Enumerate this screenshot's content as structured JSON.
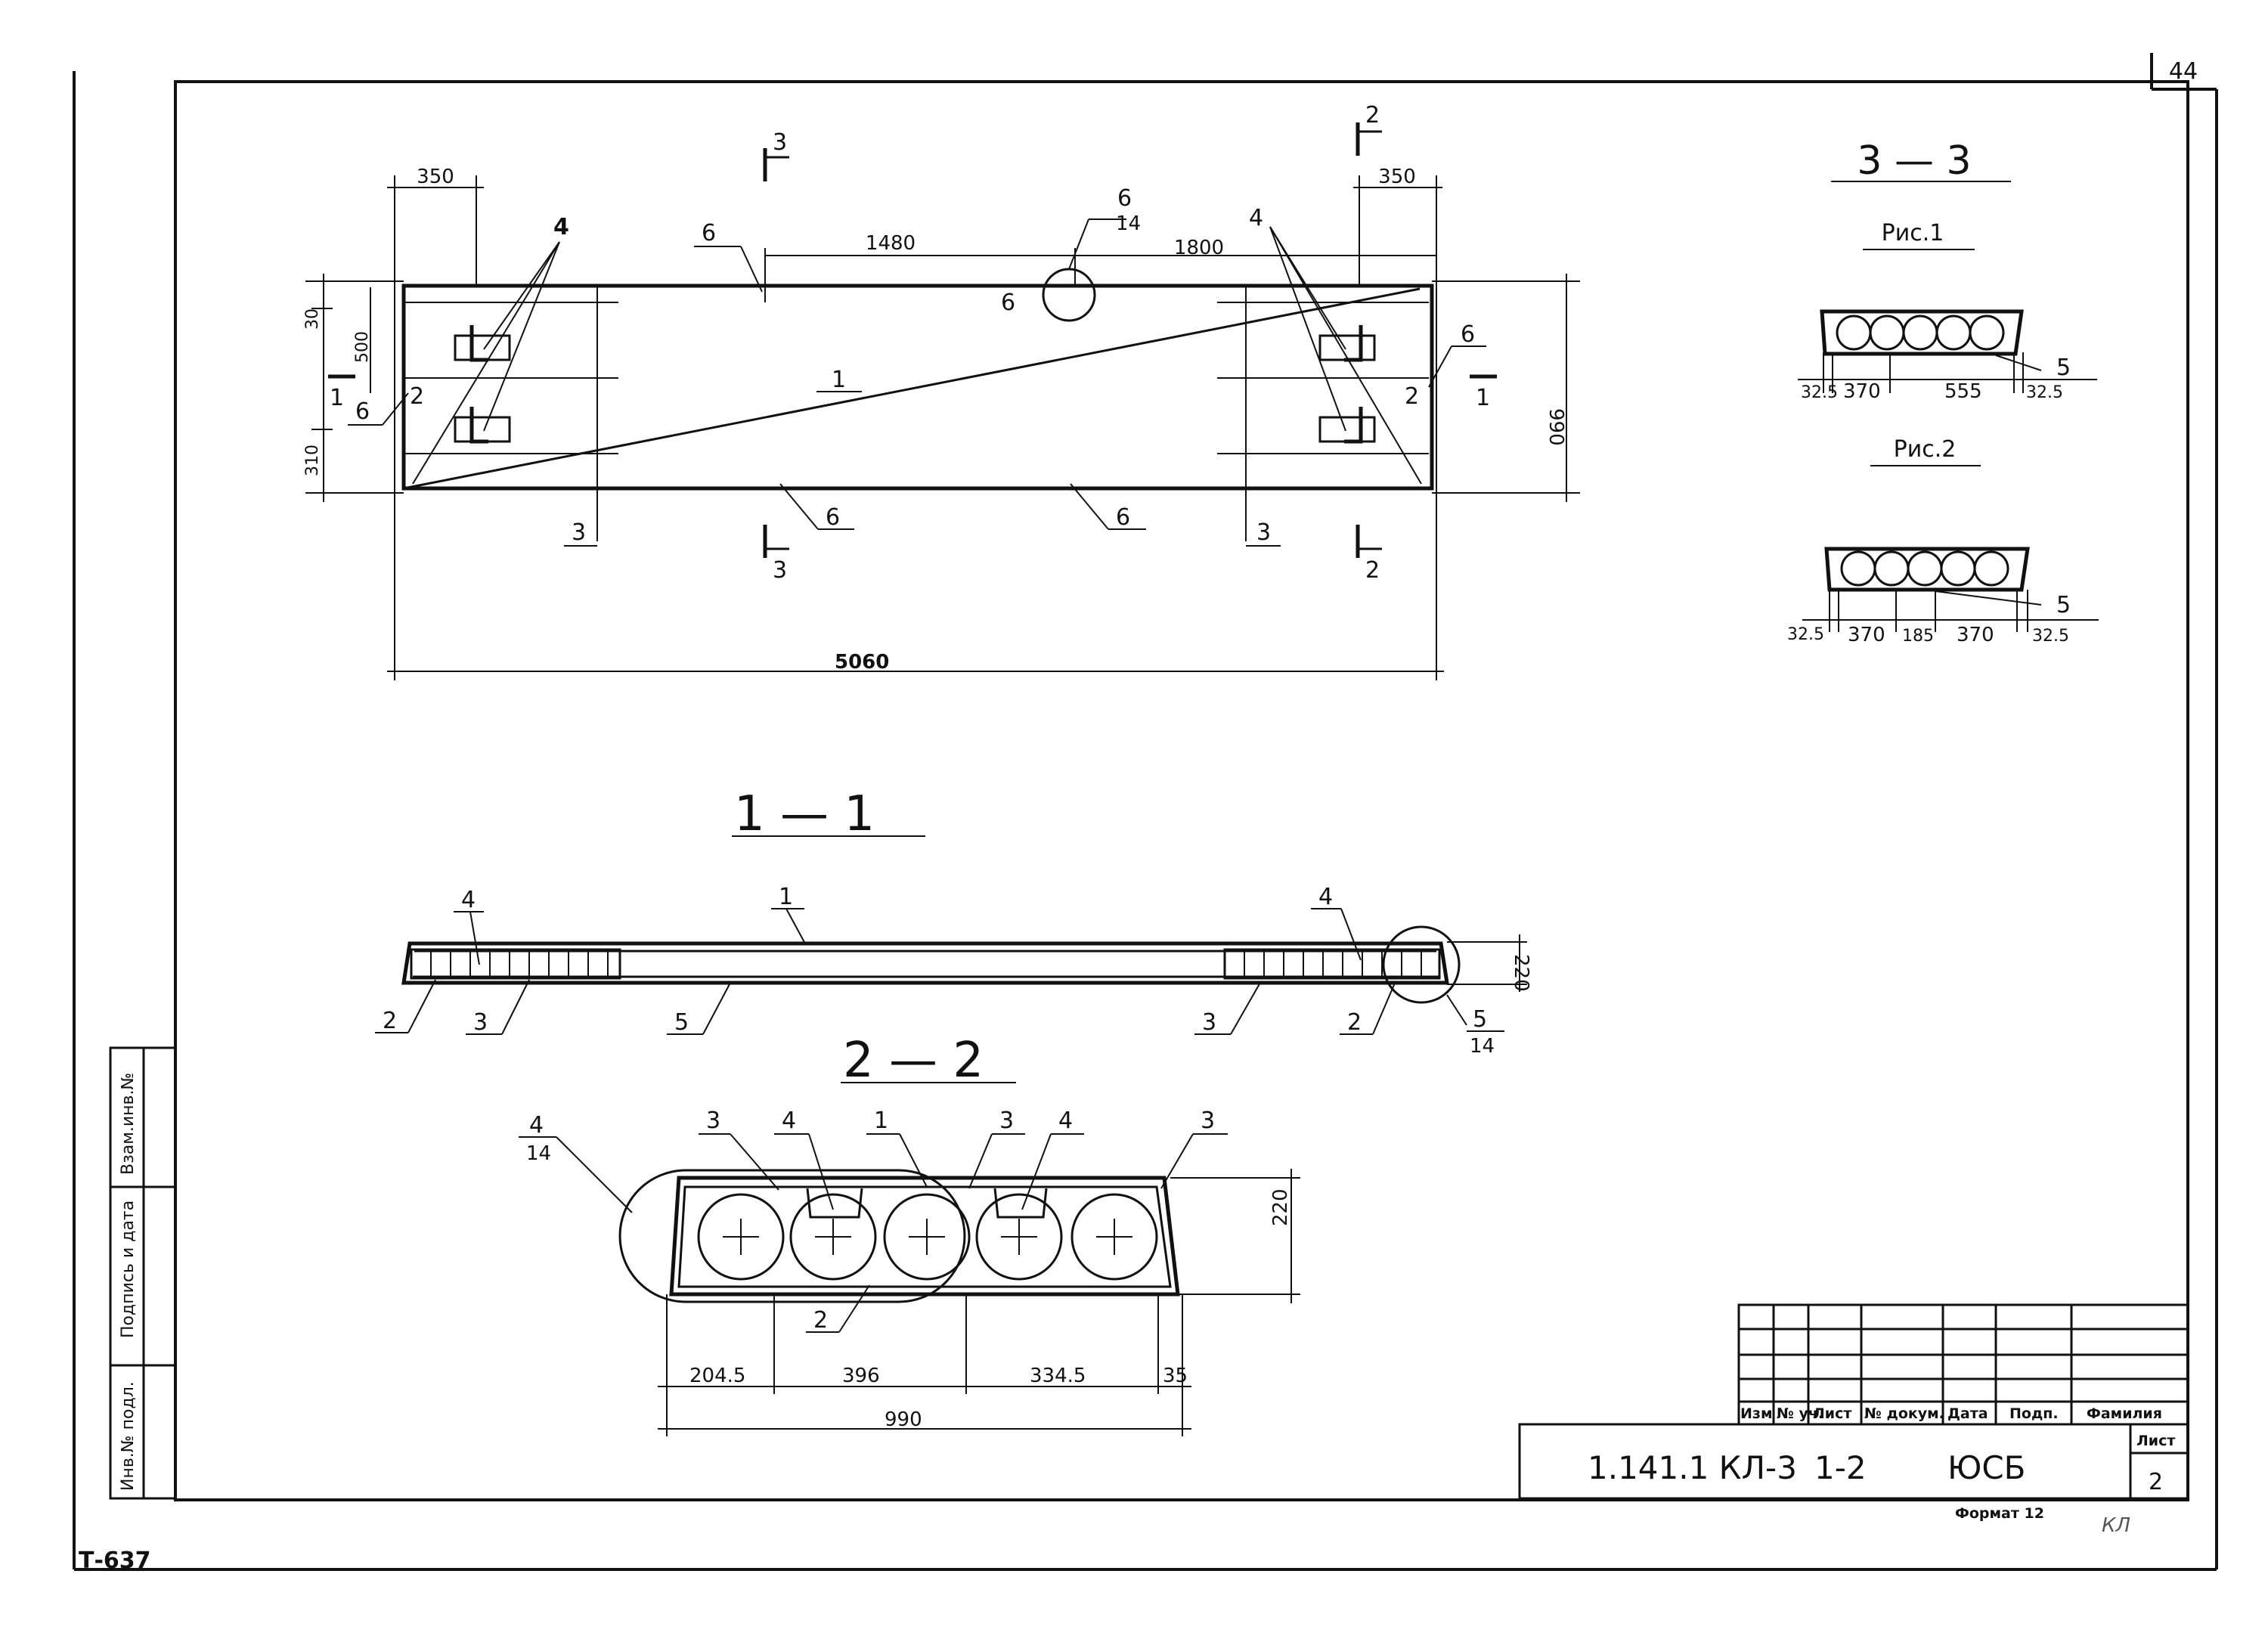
{
  "sheet_number_corner": "44",
  "archive_code": "Т-637",
  "left_strip": [
    "Инв.№ подл.",
    "Подпись и дата",
    "Взам.инв.№"
  ],
  "plan": {
    "dims": {
      "left_top": "350",
      "right_top": "350",
      "mid_left": "1480",
      "mid_right": "1800",
      "left_v1": "30",
      "left_v2": "500",
      "left_v3": "310",
      "right_v": "990",
      "overall": "5060"
    },
    "callouts": {
      "c1": "1",
      "c2a": "2",
      "c2b": "2",
      "c3a": "3",
      "c3b": "3",
      "c4a": "4",
      "c4b": "4",
      "c6a": "6",
      "c6b": "6",
      "c6c": "6",
      "c6d": "6",
      "c6e": "6",
      "c6f": "6",
      "det_num": "6",
      "det_den": "14"
    },
    "cut_marks": {
      "cut3_top": "3",
      "cut3_bot": "3",
      "cut2_top": "2",
      "cut2_bot": "2",
      "cut1_left": "1",
      "cut1_right": "1"
    }
  },
  "section_1_1": {
    "title": "1 — 1",
    "dim_h": "220",
    "callouts": {
      "c4a": "4",
      "c4b": "4",
      "c1": "1",
      "c2a": "2",
      "c3a": "3",
      "c5": "5",
      "c3b": "3",
      "c2b": "2",
      "det_num": "5",
      "det_den": "14"
    }
  },
  "section_2_2": {
    "title": "2 — 2",
    "dims": {
      "d1": "204.5",
      "d2": "396",
      "d3": "334.5",
      "d4": "35",
      "total": "990",
      "h": "220"
    },
    "callouts": {
      "det_num": "4",
      "det_den": "14",
      "c3a": "3",
      "c4a": "4",
      "c1": "1",
      "c3b": "3",
      "c4b": "4",
      "c3c": "3",
      "c2": "2"
    }
  },
  "section_3_3": {
    "title": "3 — 3",
    "fig1": {
      "title": "Рис.1",
      "dims": [
        "32.5",
        "370",
        "555",
        "32.5"
      ],
      "callout": "5"
    },
    "fig2": {
      "title": "Рис.2",
      "dims": [
        "32.5",
        "370",
        "185",
        "370",
        "32.5"
      ],
      "callout": "5"
    }
  },
  "title_block": {
    "headers": [
      "Изм",
      "№ уч.",
      "Лист",
      "№ докум.",
      "Дата",
      "Подп.",
      "Фамилия"
    ],
    "designation": "1.141.1 КЛ-3",
    "part": "1-2",
    "suffix": "ЮСБ",
    "sheet_label": "Лист",
    "sheet_no": "2",
    "format_label": "Формат 12",
    "scribble": "КЛ"
  }
}
